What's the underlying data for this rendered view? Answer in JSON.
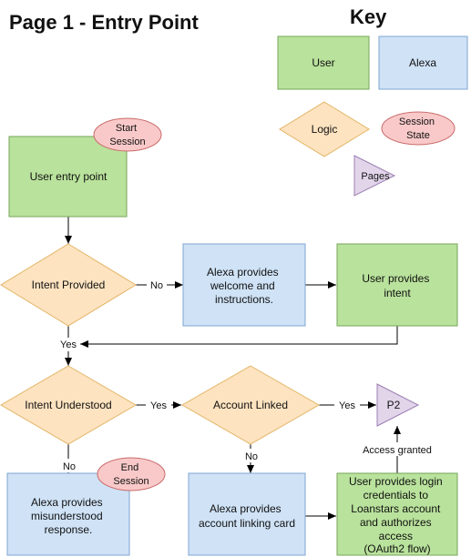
{
  "page_title": "Page 1 - Entry Point",
  "key": {
    "title": "Key",
    "user": "User",
    "alexa": "Alexa",
    "logic": "Logic",
    "session_state": [
      "Session",
      "State"
    ],
    "pages": "Pages"
  },
  "colors": {
    "user_fill": "#b9e29c",
    "user_stroke": "#76a55a",
    "alexa_fill": "#cfe2f6",
    "alexa_stroke": "#7fa6d1",
    "logic_fill": "#fde3c0",
    "logic_stroke": "#e3b566",
    "session_fill": "#f9c9c9",
    "session_stroke": "#c96a6a",
    "page_fill": "#e2d5ea",
    "page_stroke": "#9b7fb3"
  },
  "nodes": {
    "start_session": [
      "Start",
      "Session"
    ],
    "user_entry": "User entry point",
    "intent_provided": "Intent Provided",
    "alexa_welcome": [
      "Alexa provides",
      "welcome and",
      "instructions."
    ],
    "user_provides_intent": [
      "User provides",
      "intent"
    ],
    "intent_understood": "Intent Understood",
    "account_linked": "Account Linked",
    "p2": "P2",
    "alexa_misunderstood": [
      "Alexa provides",
      "misunderstood",
      "response."
    ],
    "end_session": [
      "End",
      "Session"
    ],
    "alexa_linking_card": [
      "Alexa provides",
      "account linking card"
    ],
    "user_login": [
      "User provides login",
      "credentials to",
      "Loanstars account",
      "and authorizes",
      "access",
      "(OAuth2 flow)"
    ]
  },
  "edges": {
    "no_1": "No",
    "yes_1": "Yes",
    "yes_2": "Yes",
    "yes_3": "Yes",
    "no_2": "No",
    "no_3": "No",
    "access_granted": "Access granted"
  }
}
